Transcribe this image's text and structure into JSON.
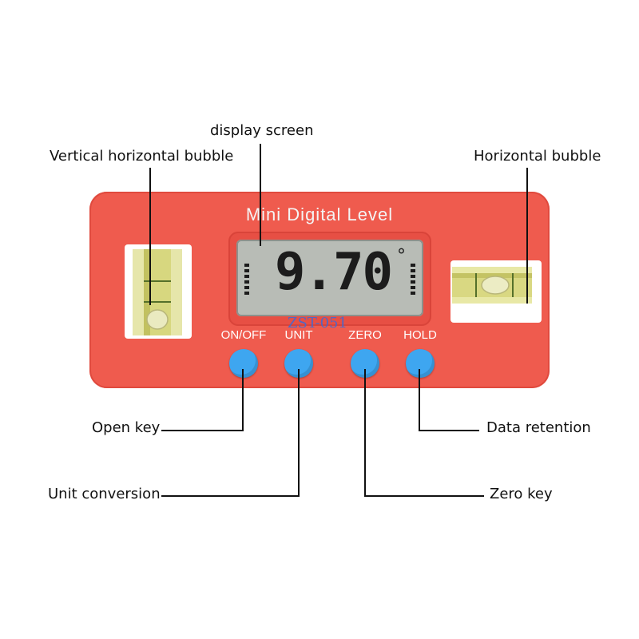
{
  "device": {
    "title": "Mini Digital Level",
    "reading": "9.70",
    "degree_symbol": "°",
    "watermark": "ZST-051",
    "body_color": "#ef5b4e",
    "key_color": "#3ea6f0",
    "keys": [
      {
        "label": "ON/OFF"
      },
      {
        "label": "UNIT"
      },
      {
        "label": "ZERO"
      },
      {
        "label": "HOLD"
      }
    ]
  },
  "callouts": {
    "display_screen": "display screen",
    "vertical_bubble": "Vertical horizontal bubble",
    "horizontal_bubble": "Horizontal bubble",
    "open_key": "Open key",
    "unit_conversion": "Unit conversion",
    "zero_key": "Zero key",
    "data_retention": "Data retention"
  }
}
